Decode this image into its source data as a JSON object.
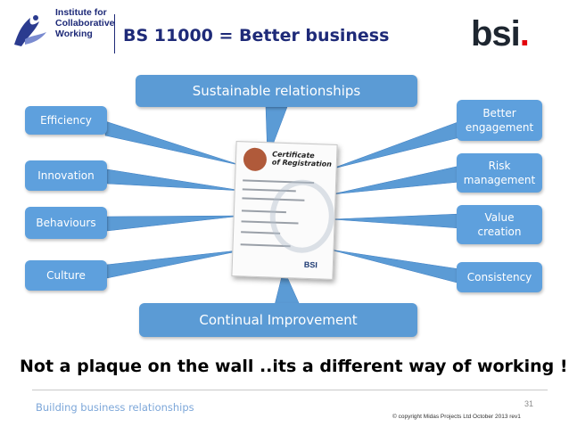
{
  "header": {
    "org_name_lines": [
      "Institute for",
      "Collaborative",
      "Working"
    ],
    "title": "BS 11000 = Better business",
    "bsi_logo": {
      "text": "bsi",
      "dot": ".",
      "dot_color": "#e3000b"
    }
  },
  "callouts": {
    "top": "Sustainable relationships",
    "bottom": "Continual Improvement",
    "left": [
      "Efficiency",
      "Innovation",
      "Behaviours",
      "Culture"
    ],
    "right": [
      [
        "Better",
        "engagement"
      ],
      [
        "Risk",
        "management"
      ],
      [
        "Value",
        "creation"
      ],
      [
        "Consistency"
      ]
    ]
  },
  "certificate": {
    "title_lines": [
      "Certificate",
      "of Registration"
    ],
    "mark": "BSI"
  },
  "tagline": "Not a plaque on the wall ..its a different way of working !",
  "footer": {
    "left": "Building business relationships",
    "page_number": "31",
    "copyright": "© copyright Midas Projects Ltd October 2013 rev1"
  },
  "colors": {
    "callout_fill": "#5b9bd5",
    "title_color": "#1e2a78",
    "footer_text": "#7da7d9"
  }
}
